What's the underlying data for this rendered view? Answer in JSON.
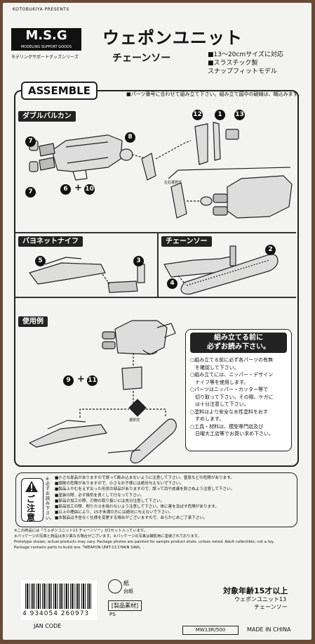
{
  "brand": {
    "presents": "KOTOBUKIYA PRESENTS",
    "logo": "M.S.G",
    "subline": "MODELING SUPPORT GOODS",
    "tagline": "モデリングサポートグッズシリーズ"
  },
  "product": {
    "title": "ウェポンユニット",
    "subtitle": "チェーンソー",
    "specs": [
      "■13〜20cmサイズに対応",
      "■スラスチック製",
      "スナップフィットモデル"
    ]
  },
  "assemble": {
    "badge": "ASSEMBLE",
    "note": "■パーツ番号に合わせて組み立て下さい。組み立て図中の破線は、糊込みます。"
  },
  "sections": {
    "double_vulcan": "ダブルバルカン",
    "bayonet": "バヨネットナイフ",
    "chainsaw": "チェーンソー",
    "usage": "使用例"
  },
  "part_numbers": {
    "n7a": "7",
    "n7b": "7",
    "n6": "6",
    "n10": "10",
    "n8": "8",
    "n12": "12",
    "n1": "1",
    "n13": "13",
    "n5": "5",
    "n3": "3",
    "n2": "2",
    "n4": "4",
    "n9": "9",
    "n11": "11"
  },
  "plus_sign": "+",
  "labels": {
    "choice_a": "左右選択式",
    "choice_b": "選択式"
  },
  "read_first": {
    "heading_1": "組み立てる前に",
    "heading_2": "必ずお読み下さい。",
    "lines": [
      "○組み立てる前に必ず各パーツの有無",
      "　を確認して下さい。",
      "○組み立てには、ニッパー・デザイン",
      "　ナイフ等を使用します。",
      "○パーツはニッパー・カッター等で",
      "　切り取って下さい。その際、ケガに",
      "　は十分注意して下さい。",
      "○塗料はより安全な水性塗料をおす",
      "　すめします。",
      "○工具・材料は、模型専門店及び",
      "　日曜大工店等でお買い求め下さい。"
    ]
  },
  "caution": {
    "label": "ご注意",
    "vertical_note": "※必ずお読み下さい。",
    "lines": [
      "■小さな部品がありますので誤って飲み込まないように注意して下さい。窒息などの危険があります。",
      "■誤飲の危険がありますので、小さなお子様には絶対与えないで下さい。",
      "■製品上やむをえず尖った形状の部品がありますので、誤って目や皮膚を刺さぬよう注意して下さい。",
      "■塗装の際、必ず換気を良くして行なって下さい。",
      "■部品の加工の際、刃物の取り扱いには充分注意して下さい。",
      "■部品加工の際、削りカスを吸わないよう注意して下さい。体に害を及ぼす危険があります。",
      "■以上の理由により、15才未満の方には絶対に与えないで下さい。",
      "■本製品は予告なく仕様を変更する場合がございますので、あらかじめご了承下さい。"
    ]
  },
  "footnotes": [
    "※この商品には「ウェポンユニット13 チェーンソー」が1セット入っています。",
    "※パッケージの写真と商品は多少異なる場合がございます。※パッケージの写真は撮影用に塗装されております。",
    "Prototype shown; actual products may vary.  Package photos are painted for sample product shots, unless noted.  Adult collectible; not a toy.",
    "Package contains parts to build one「WEAPON UNIT-13 CHAIN SAW」."
  ],
  "bottom": {
    "barcode_number": "4 934054 260973",
    "jan_label": "JAN CODE",
    "paper_mark": "紙",
    "paper_text": "台紙",
    "material_label": "[製品素材]",
    "material_value": "PS",
    "model_code": "MW13R/500",
    "age": "対象年齢15才以上",
    "product_line1": "ウェポンユニット13",
    "product_line2": "チェーンソー",
    "made_in": "MADE IN CHINA"
  }
}
